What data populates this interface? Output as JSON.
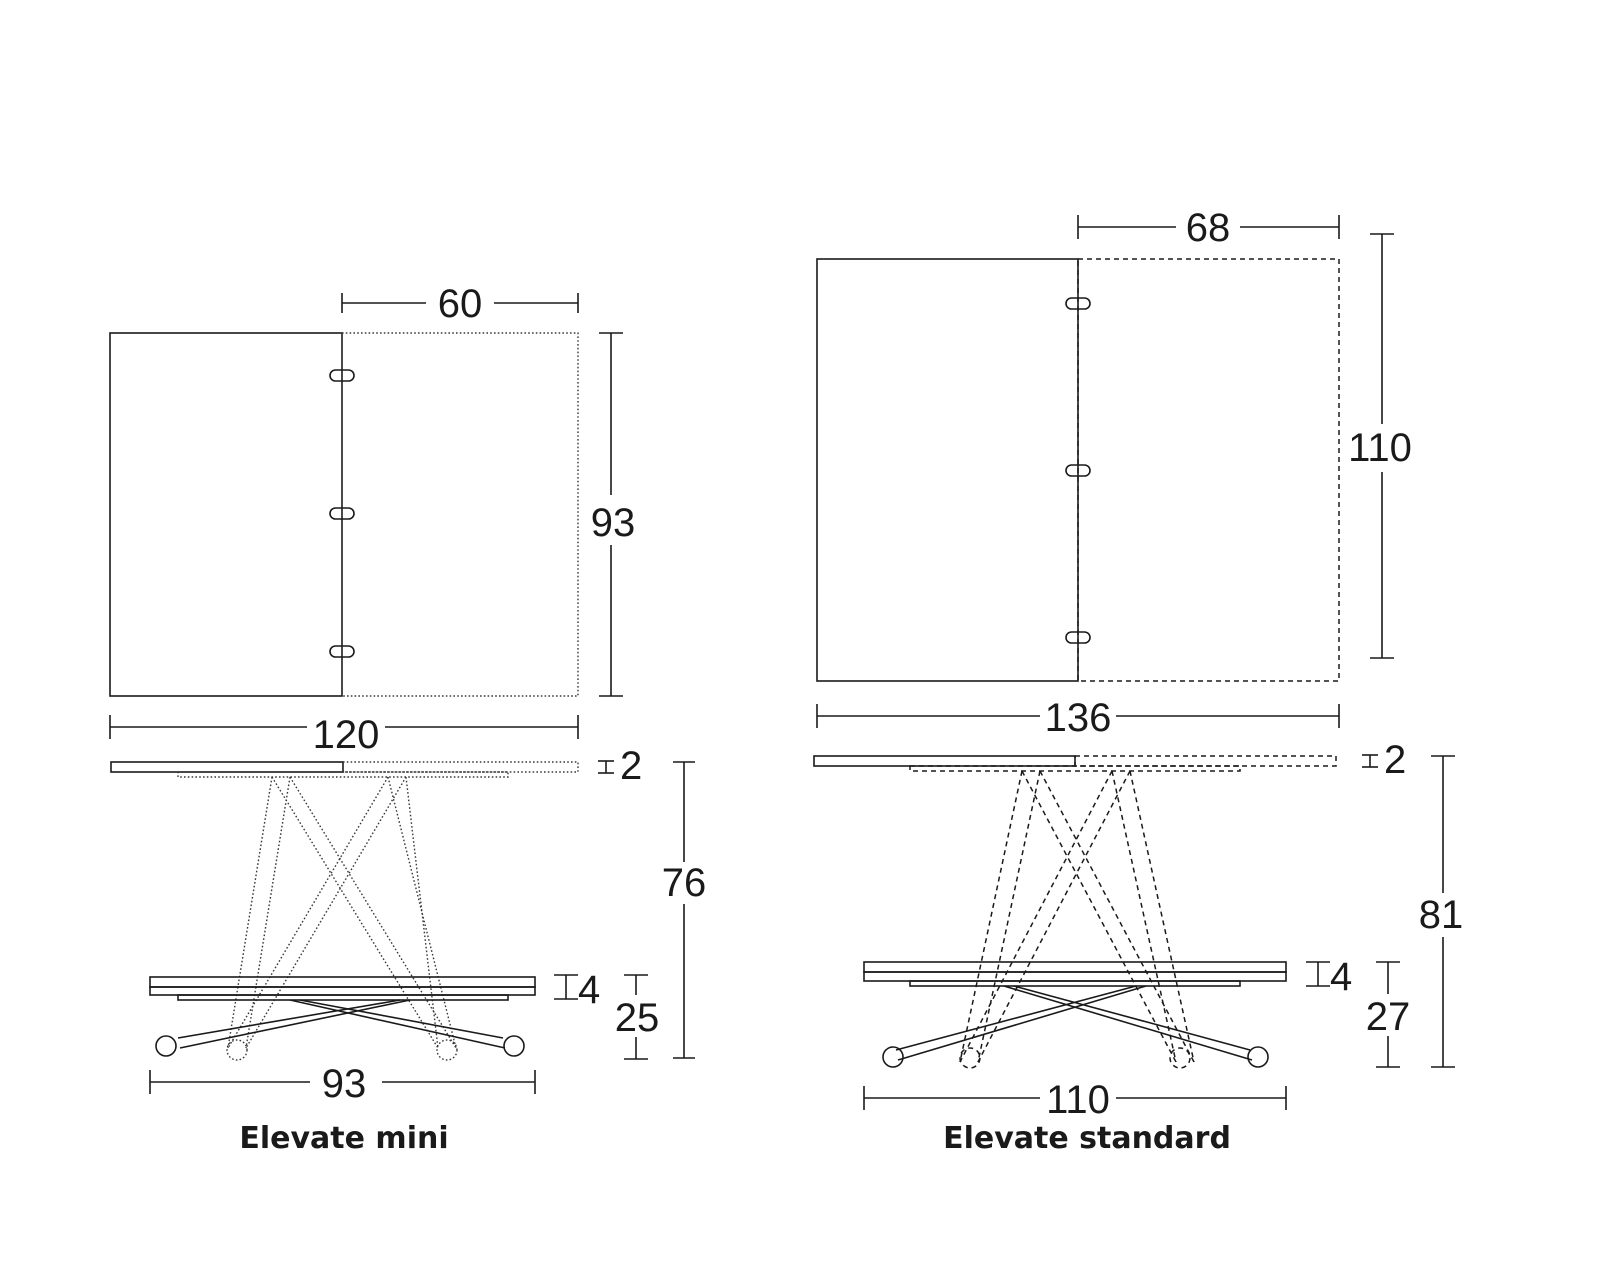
{
  "colors": {
    "line": "#1a1a1a",
    "background": "#ffffff"
  },
  "mini": {
    "caption": "Elevate mini",
    "top_extension_width": "60",
    "top_depth": "93",
    "top_total_width": "120",
    "top_thickness": "2",
    "height_raised": "76",
    "lower_thickness": "4",
    "height_lowered": "25",
    "base_width": "93"
  },
  "standard": {
    "caption": "Elevate standard",
    "top_extension_width": "68",
    "top_depth": "110",
    "top_total_width": "136",
    "top_thickness": "2",
    "height_raised": "81",
    "lower_thickness": "4",
    "height_lowered": "27",
    "base_width": "110"
  }
}
